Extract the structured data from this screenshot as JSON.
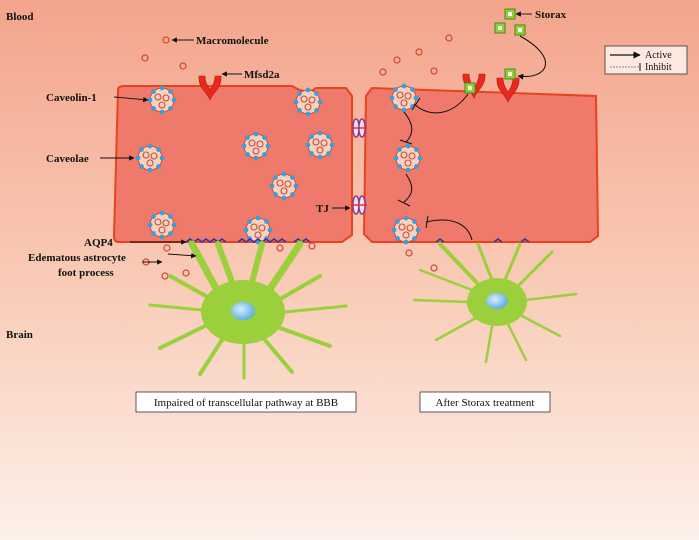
{
  "regions": {
    "top": "Blood",
    "bottom": "Brain"
  },
  "labels": {
    "macromolecule": "Macromolecule",
    "mfsd2a": "Mfsd2a",
    "caveolin": "Caveolin-1",
    "caveolae": "Caveolae",
    "tj": "TJ",
    "aqp4": "AQP4",
    "astrocyte_line1": "Edematous astrocyte",
    "astrocyte_line2": "foot process",
    "storax": "Storax"
  },
  "legend": {
    "active": "Active",
    "inhibit": "Inhibit"
  },
  "captions": {
    "left": "Impaired  of transcellular pathway at BBB",
    "right": "After Storax treatment"
  },
  "colors": {
    "bg_top": "#f4a48c",
    "bg_bottom": "#fdf0ea",
    "cell": "#ef7a6c",
    "cell_border": "#e8431c",
    "vesicle": "#f6d2c3",
    "caveolin_dot": "#3a9fd8",
    "mfsd2a": "#e8291c",
    "tj": "#8a3a8a",
    "aqp4": "#2a3aa8",
    "astrocyte": "#9ccf3c",
    "nucleus": "#6ab8ea",
    "storax": "#8fcf3c"
  }
}
